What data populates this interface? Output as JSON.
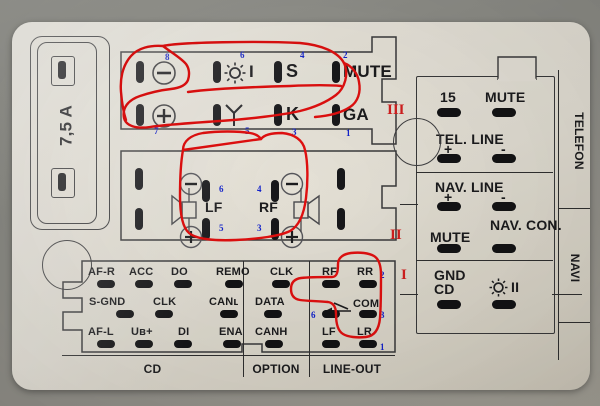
{
  "meta": {
    "title": "Car radio connector wiring label with red hand-drawn annotations",
    "annotation_color": "#d21f1f",
    "pin_number_color": "#1222cc",
    "label_color": "#e8e4da"
  },
  "fuse": {
    "rating": "7,5 A"
  },
  "connector_a": {
    "roman": "III",
    "row1": [
      {
        "label": "",
        "icon": "minus-circle-icon",
        "pin": "8"
      },
      {
        "label": "I",
        "icon": "illumination-sun-icon",
        "pin": "6"
      },
      {
        "label": "S",
        "icon": "",
        "pin": "4"
      },
      {
        "label": "MUTE",
        "icon": "",
        "pin": "2"
      }
    ],
    "row2": [
      {
        "label": "",
        "icon": "plus-circle-icon",
        "pin": "7"
      },
      {
        "label": "",
        "icon": "antenna-icon",
        "pin": "5"
      },
      {
        "label": "K",
        "icon": "",
        "pin": "3"
      },
      {
        "label": "GA",
        "icon": "",
        "pin": "1"
      }
    ]
  },
  "connector_b": {
    "roman": "II",
    "speakers": [
      {
        "label": "LF",
        "pin_top": "6",
        "pin_bottom": "5"
      },
      {
        "label": "RF",
        "pin_top": "4",
        "pin_bottom": "3"
      }
    ],
    "polarity": {
      "minus": "minus-circle-icon",
      "plus": "plus-circle-icon"
    }
  },
  "connector_cd": {
    "title": "CD",
    "rows": [
      [
        "AF-R",
        "ACC",
        "DO"
      ],
      [
        "S-GND",
        "CLK"
      ],
      [
        "AF-L",
        "Uʙ+",
        "DI"
      ]
    ]
  },
  "connector_option": {
    "title": "OPTION",
    "rows": [
      [
        "REMO",
        "CLK"
      ],
      [
        "CANʟ",
        "DATA"
      ],
      [
        "ENA",
        "CANH"
      ]
    ]
  },
  "connector_lineout": {
    "title": "LINE-OUT",
    "roman": "I",
    "rows": [
      [
        {
          "label": "RF",
          "pin": ""
        },
        {
          "label": "RR",
          "pin": "2"
        }
      ],
      [
        {
          "label": "",
          "icon": "arrow-left-icon",
          "pin": "6"
        },
        {
          "label": "COM.",
          "pin": "3"
        }
      ],
      [
        {
          "label": "LF",
          "pin": ""
        },
        {
          "label": "LR",
          "pin": "1"
        }
      ]
    ]
  },
  "right_panel": {
    "side_labels": [
      "TELEFON",
      "NAVI"
    ],
    "telefon": {
      "row1": [
        "15",
        "MUTE"
      ],
      "row2_title": "TEL. LINE",
      "row2_signs": [
        "+",
        "-"
      ]
    },
    "navi": {
      "row1_title": "NAV. LINE",
      "row1_signs": [
        "+",
        "-"
      ],
      "row2": [
        "MUTE",
        "NAV. CON."
      ]
    },
    "gnd": {
      "labels": [
        "GND CD"
      ],
      "gnd_line1": "GND",
      "gnd_line2": "CD",
      "illum_label": "II",
      "illum_icon": "illumination-sun-icon"
    }
  }
}
